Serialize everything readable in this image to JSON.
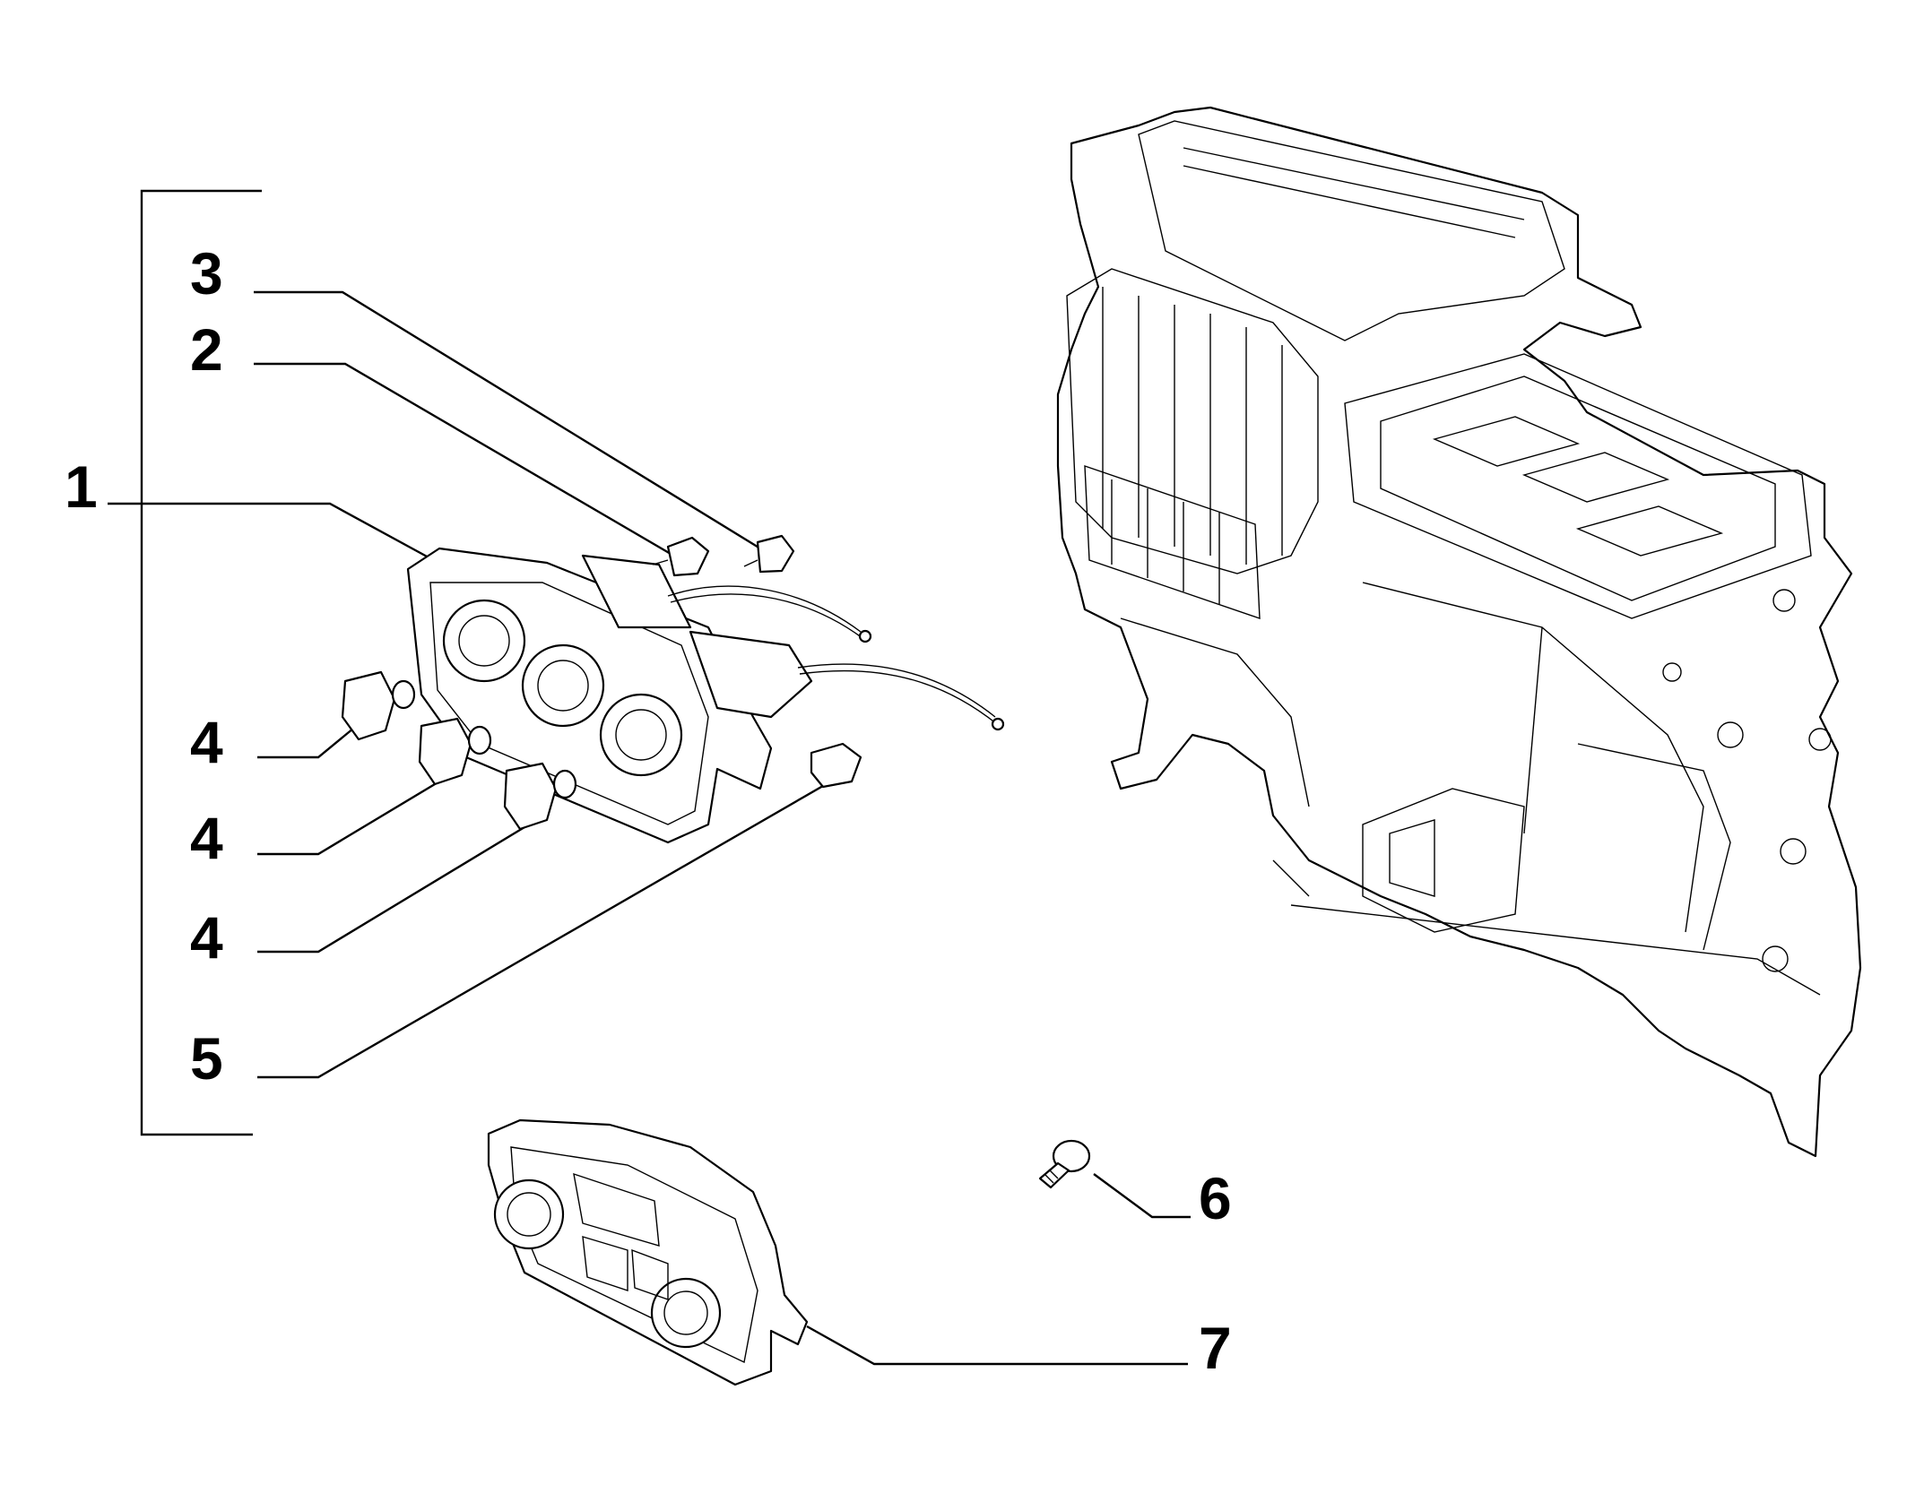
{
  "callouts": [
    {
      "id": "1",
      "label": "1"
    },
    {
      "id": "2",
      "label": "2"
    },
    {
      "id": "3",
      "label": "3"
    },
    {
      "id": "4a",
      "label": "4"
    },
    {
      "id": "4b",
      "label": "4"
    },
    {
      "id": "4c",
      "label": "4"
    },
    {
      "id": "5",
      "label": "5"
    },
    {
      "id": "6",
      "label": "6"
    },
    {
      "id": "7",
      "label": "7"
    }
  ]
}
